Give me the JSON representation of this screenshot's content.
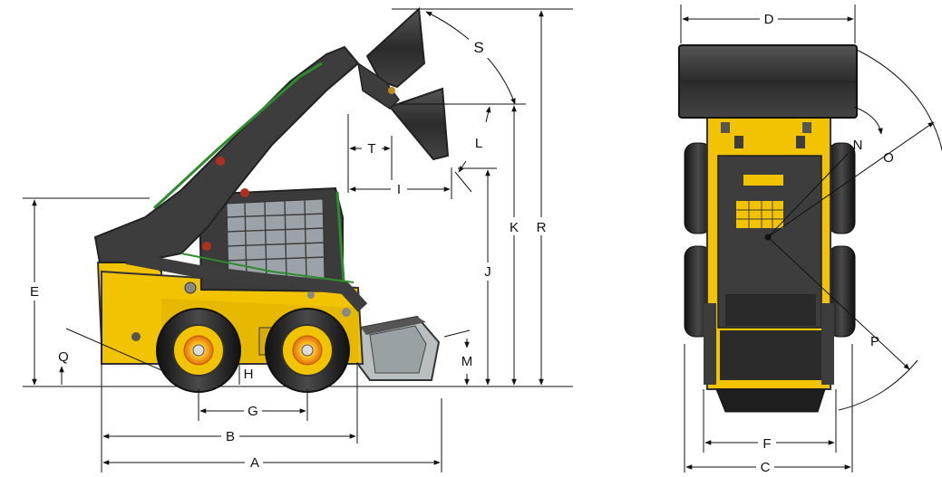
{
  "side_view": {
    "labels": {
      "A": "A",
      "B": "B",
      "E": "E",
      "G": "G",
      "H": "H",
      "I": "I",
      "J": "J",
      "K": "K",
      "L": "L",
      "M": "M",
      "Q": "Q",
      "R": "R",
      "S": "S",
      "T": "T"
    }
  },
  "top_view": {
    "labels": {
      "C": "C",
      "D": "D",
      "F": "F",
      "N": "N",
      "O": "O",
      "P": "P"
    }
  },
  "colors": {
    "body_yellow": "#f2c300",
    "dark_gray": "#3d3d3d",
    "tire_black": "#1c1c1c",
    "accent_green": "#2e8b2e",
    "light_gray": "#b9bec0",
    "line": "#111111"
  }
}
